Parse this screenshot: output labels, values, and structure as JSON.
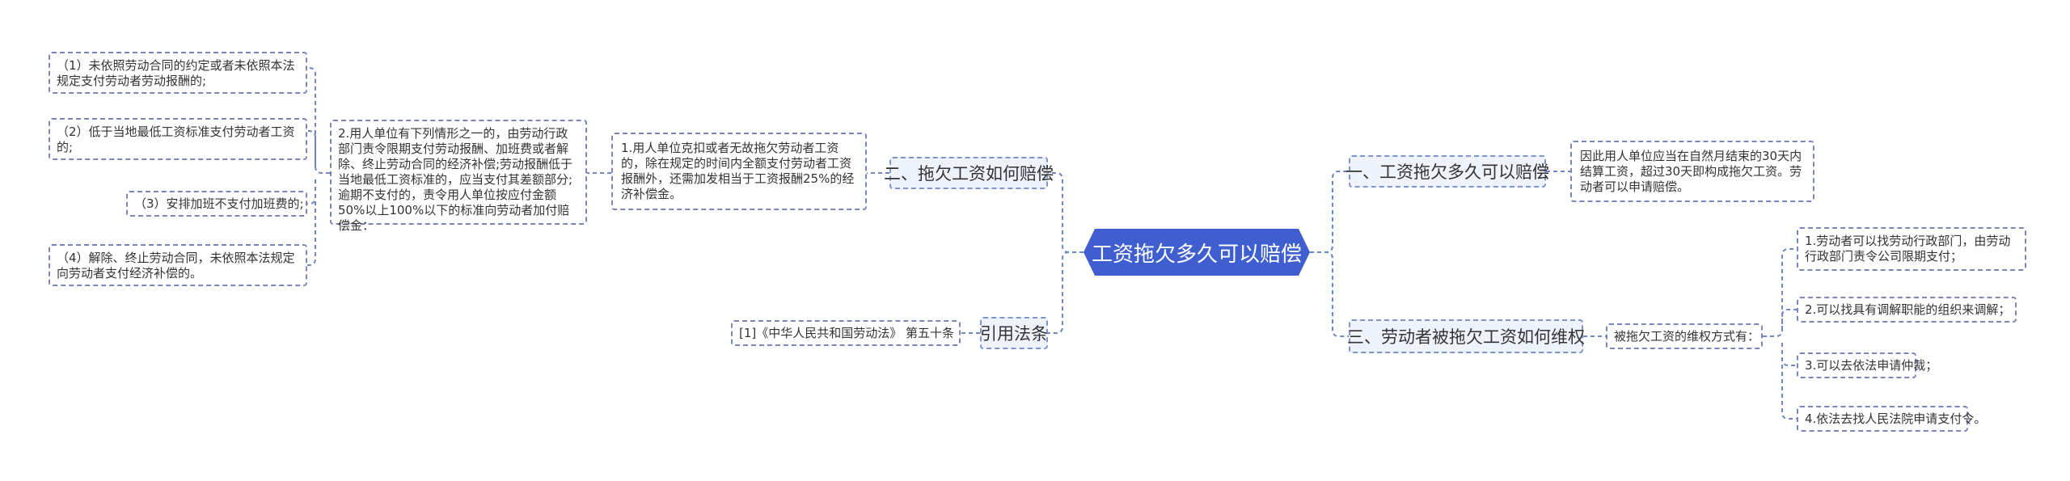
{
  "root": {
    "label": "工资拖欠多久可以赔偿"
  },
  "branches": {
    "right1": {
      "label": "一、工资拖欠多久可以赔偿",
      "detail": "因此用人单位应当在自然月结束的30天内结算工资，超过30天即构成拖欠工资。劳动者可以申请赔偿。"
    },
    "right2": {
      "label": "三、劳动者被拖欠工资如何维权",
      "intro": "被拖欠工资的维权方式有：",
      "items": [
        "1.劳动者可以找劳动行政部门，由劳动行政部门责令公司限期支付；",
        "2.可以找具有调解职能的组织来调解；",
        "3.可以去依法申请仲裁；",
        "4.依法去找人民法院申请支付令。"
      ]
    },
    "left1": {
      "label": "二、拖欠工资如何赔偿",
      "detail1": "1.用人单位克扣或者无故拖欠劳动者工资的，除在规定的时间内全额支付劳动者工资报酬外，还需加发相当于工资报酬25%的经济补偿金。",
      "detail2": "2.用人单位有下列情形之一的，由劳动行政部门责令限期支付劳动报酬、加班费或者解除、终止劳动合同的经济补偿;劳动报酬低于当地最低工资标准的，应当支付其差额部分;逾期不支付的，责令用人单位按应付金额50%以上100%以下的标准向劳动者加付赔偿金：",
      "cases": [
        "（1）未依照劳动合同的约定或者未依照本法规定支付劳动者劳动报酬的;",
        "（2）低于当地最低工资标准支付劳动者工资的;",
        "（3）安排加班不支付加班费的;",
        "（4）解除、终止劳动合同，未依照本法规定向劳动者支付经济补偿的。"
      ]
    },
    "left2": {
      "label": "引用法条",
      "detail": "[1]《中华人民共和国劳动法》 第五十条"
    }
  },
  "colors": {
    "root": "#3f5fd0",
    "line": "#6f86c6",
    "branch_bg": "#eef2fb"
  }
}
